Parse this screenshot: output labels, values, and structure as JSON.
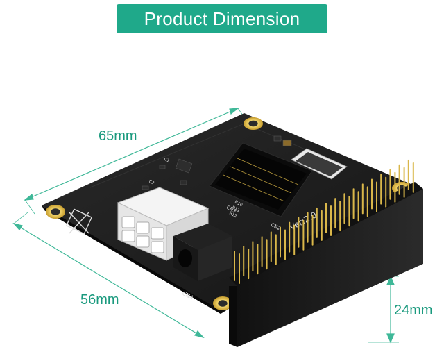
{
  "title": "Product Dimension",
  "dimensions": {
    "length": "65mm",
    "width": "56mm",
    "height": "24mm"
  },
  "board": {
    "silkscreen_version": "Ver:2.0",
    "labels": [
      "CN4",
      "CN2",
      "CN3",
      "R10",
      "R11",
      "R12",
      "C1",
      "C2"
    ]
  },
  "colors": {
    "accent": "#1fa98a",
    "dimension_text": "#1a9a7e",
    "pcb": "#1b1b1b",
    "gold": "#d9b74a"
  }
}
